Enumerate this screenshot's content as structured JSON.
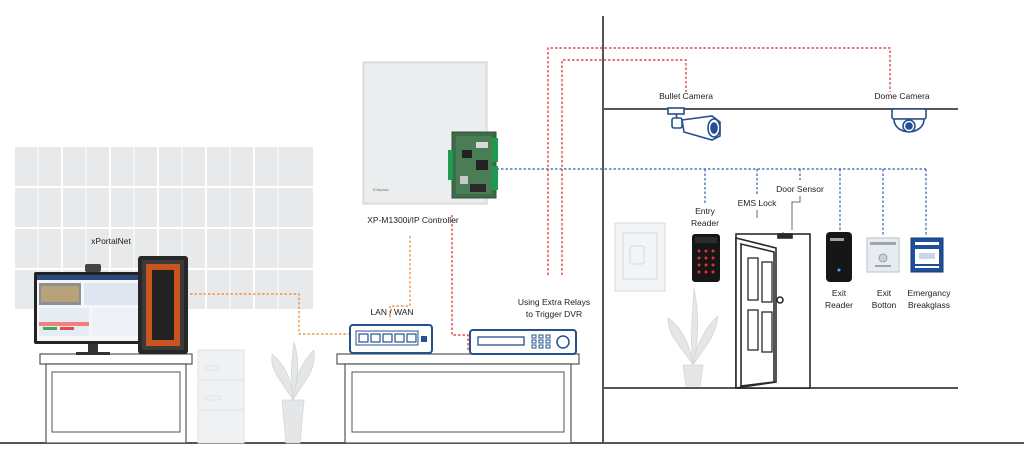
{
  "labels": {
    "xportalnet": "xPortalNet",
    "controller": "XP-M1300i/IP Controller",
    "lan_wan": "LAN / WAN",
    "relays_line1": "Using Extra Relays",
    "relays_line2": "to Trigger DVR",
    "bullet_camera": "Bullet Camera",
    "dome_camera": "Dome Camera",
    "entry_reader_line1": "Entry",
    "entry_reader_line2": "Reader",
    "ems_lock": "EMS Lock",
    "door_sensor": "Door Sensor",
    "exit_reader_line1": "Exit",
    "exit_reader_line2": "Reader",
    "exit_button_line1": "Exit",
    "exit_button_line2": "Botton",
    "breakglass_line1": "Emergancy",
    "breakglass_line2": "Breakglass"
  },
  "colors": {
    "network_line": "#e8892b",
    "dvr_line": "#d9262b",
    "controller_line": "#2f5fae",
    "device_blue": "#24508f",
    "wall": "#555555",
    "faded": "#d9dde0"
  },
  "icons": [
    "desktop-monitor-icon",
    "pc-tower-icon",
    "network-switch-icon",
    "dvr-icon",
    "bullet-camera-icon",
    "dome-camera-icon",
    "card-reader-icon",
    "door-icon",
    "exit-button-icon",
    "breakglass-icon",
    "plant-icon",
    "light-switch-icon"
  ]
}
